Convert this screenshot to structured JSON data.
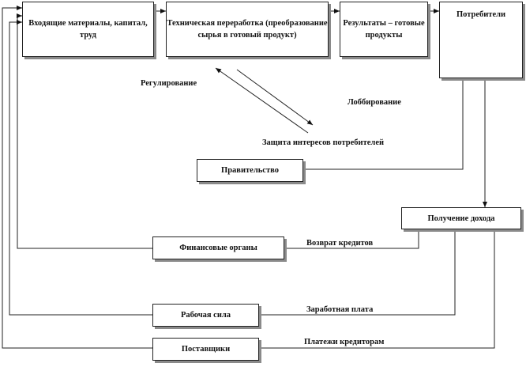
{
  "nodes": {
    "inputs": "Входящие материалы, капитал, труд",
    "processing": "Техническая переработка (преобразование сырья в готовый продукт)",
    "results": "Результаты – готовые продукты",
    "consumers": "Потребители",
    "government": "Правительство",
    "income": "Получение дохода",
    "finance": "Финансовые органы",
    "labor": "Рабочая сила",
    "suppliers": "Поставщики"
  },
  "labels": {
    "regulation": "Регулирование",
    "lobbying": "Лоббирование",
    "consumer_protection": "Защита интересов потребителей",
    "loan_repayment": "Возврат кредитов",
    "wages": "Заработная плата",
    "creditor_payments": "Платежи кредиторам"
  }
}
